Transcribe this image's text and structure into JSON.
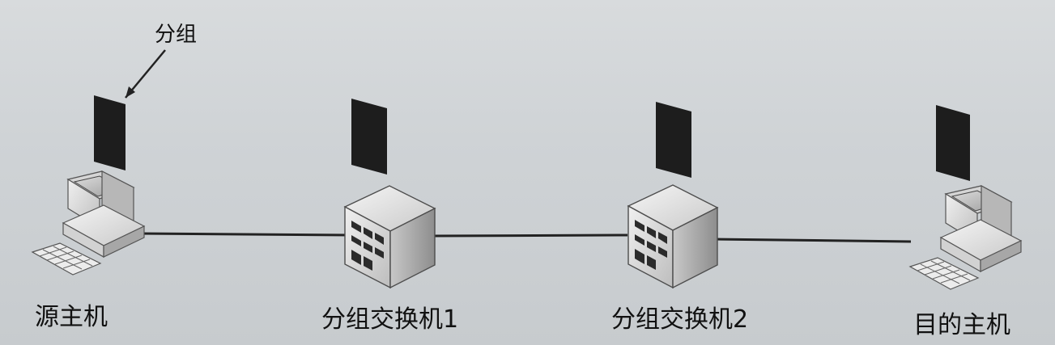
{
  "labels": {
    "packet_pointer": "分组",
    "source_host": "源主机",
    "switch_1": "分组交换机1",
    "switch_2": "分组交换机2",
    "destination_host": "目的主机"
  },
  "colors": {
    "packet": "#1f1f1f",
    "link": "#222222",
    "switch_body": "#d9d9d9",
    "computer_body": "#ececec"
  },
  "icons": {
    "source_host": "computer-icon",
    "destination_host": "computer-icon",
    "switch_1": "server-switch-icon",
    "switch_2": "server-switch-icon",
    "packet": "packet-icon"
  }
}
